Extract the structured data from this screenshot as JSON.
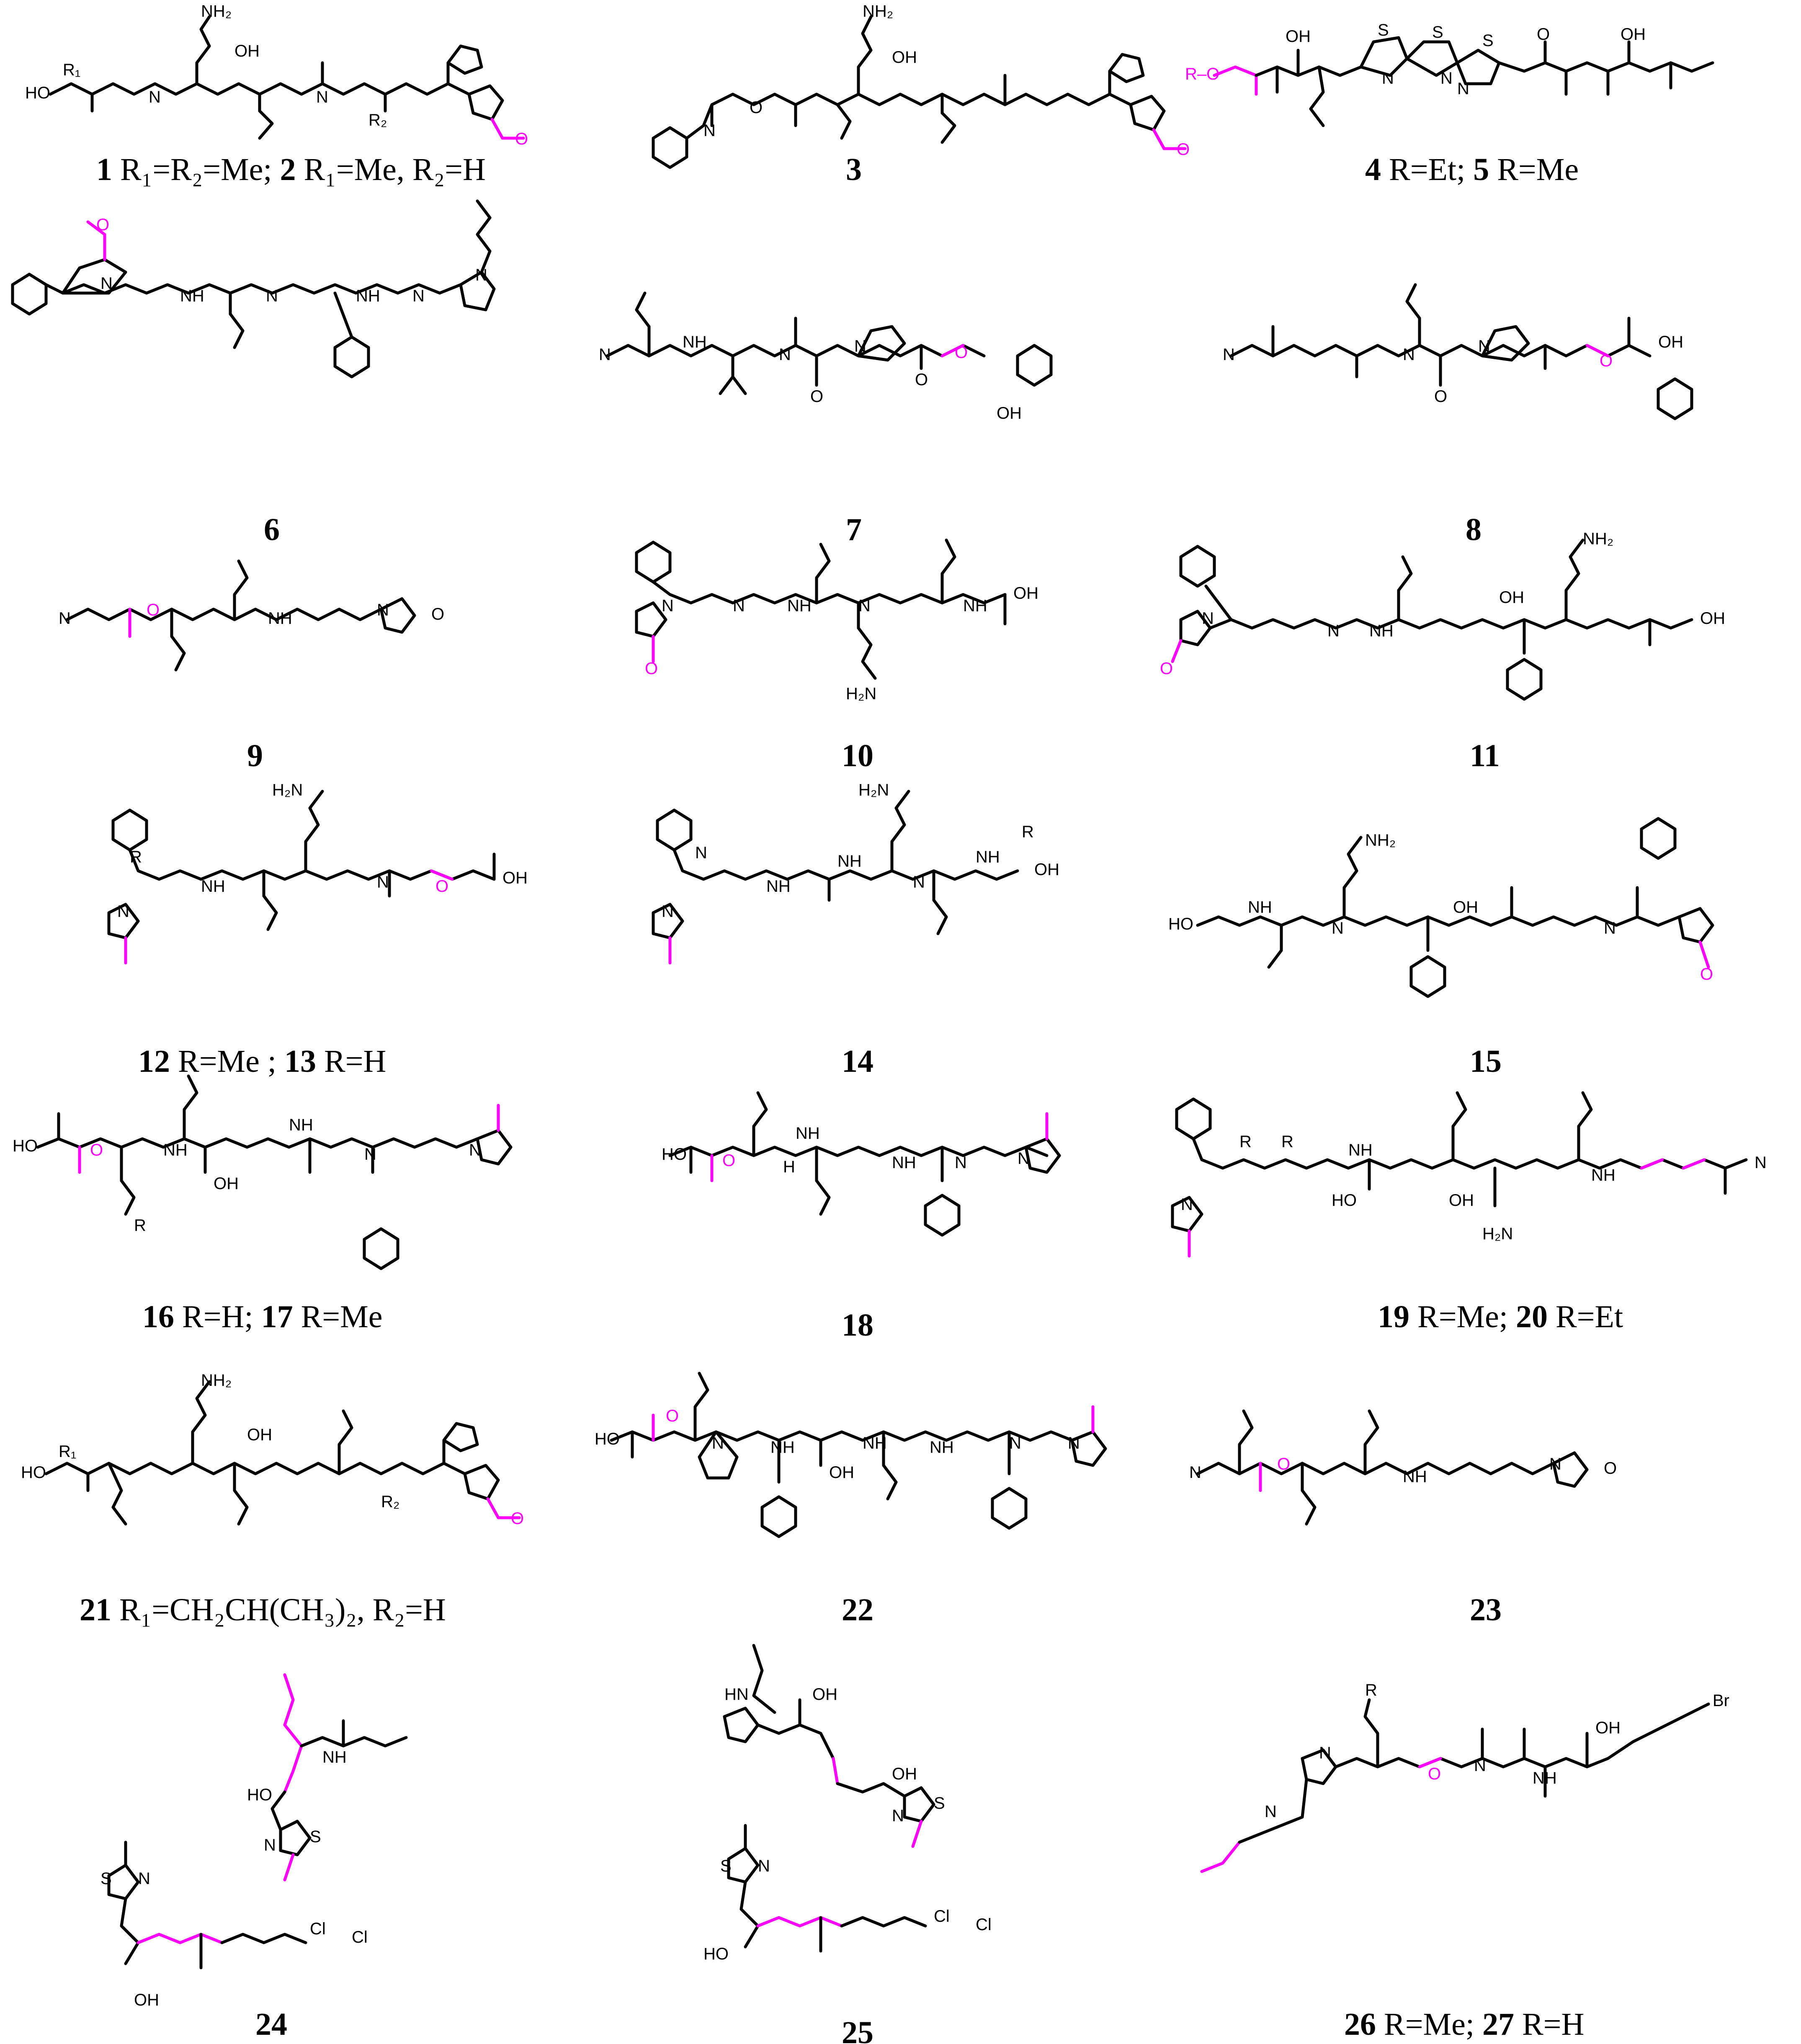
{
  "colors": {
    "bond": "#000000",
    "ester_highlight": "#ff00ff",
    "background": "#ffffff"
  },
  "compounds": [
    {
      "id": "c1",
      "number": "1",
      "caption_text": " R₁=R₂=Me; ",
      "number_b": "2",
      "caption_text_b": " R₁=Me, R₂=H"
    },
    {
      "id": "c3",
      "number": "3"
    },
    {
      "id": "c4",
      "number": "4",
      "caption_text": " R=Et; ",
      "number_b": "5",
      "caption_text_b": " R=Me"
    },
    {
      "id": "c6",
      "number": "6"
    },
    {
      "id": "c7",
      "number": "7"
    },
    {
      "id": "c8",
      "number": "8"
    },
    {
      "id": "c9",
      "number": "9"
    },
    {
      "id": "c10",
      "number": "10"
    },
    {
      "id": "c11",
      "number": "11"
    },
    {
      "id": "c12",
      "number": "12",
      "caption_text": " R=Me ; ",
      "number_b": "13",
      "caption_text_b": " R=H"
    },
    {
      "id": "c14",
      "number": "14"
    },
    {
      "id": "c15",
      "number": "15"
    },
    {
      "id": "c16",
      "number": "16",
      "caption_text": " R=H; ",
      "number_b": "17",
      "caption_text_b": " R=Me"
    },
    {
      "id": "c18",
      "number": "18"
    },
    {
      "id": "c19",
      "number": "19",
      "caption_text": " R=Me; ",
      "number_b": "20",
      "caption_text_b": " R=Et"
    },
    {
      "id": "c21",
      "number": "21",
      "caption_text": " R₁=CH₂CH(CH₃)₂, R₂=H"
    },
    {
      "id": "c22",
      "number": "22"
    },
    {
      "id": "c23",
      "number": "23"
    },
    {
      "id": "c24",
      "number": "24"
    },
    {
      "id": "c25",
      "number": "25"
    },
    {
      "id": "c26",
      "number": "26",
      "caption_text": " R=Me; ",
      "number_b": "27",
      "caption_text_b": " R=H"
    }
  ],
  "atom_labels": {
    "O": "O",
    "N": "N",
    "S": "S",
    "H": "H",
    "R": "R",
    "R1": "R₁",
    "R2": "R₂",
    "HO": "HO",
    "OH": "OH",
    "HN": "HN",
    "NH": "NH",
    "NH2": "NH₂",
    "H2N": "H₂N",
    "Cl": "Cl",
    "Br": "Br",
    "R_O": "R–O"
  }
}
